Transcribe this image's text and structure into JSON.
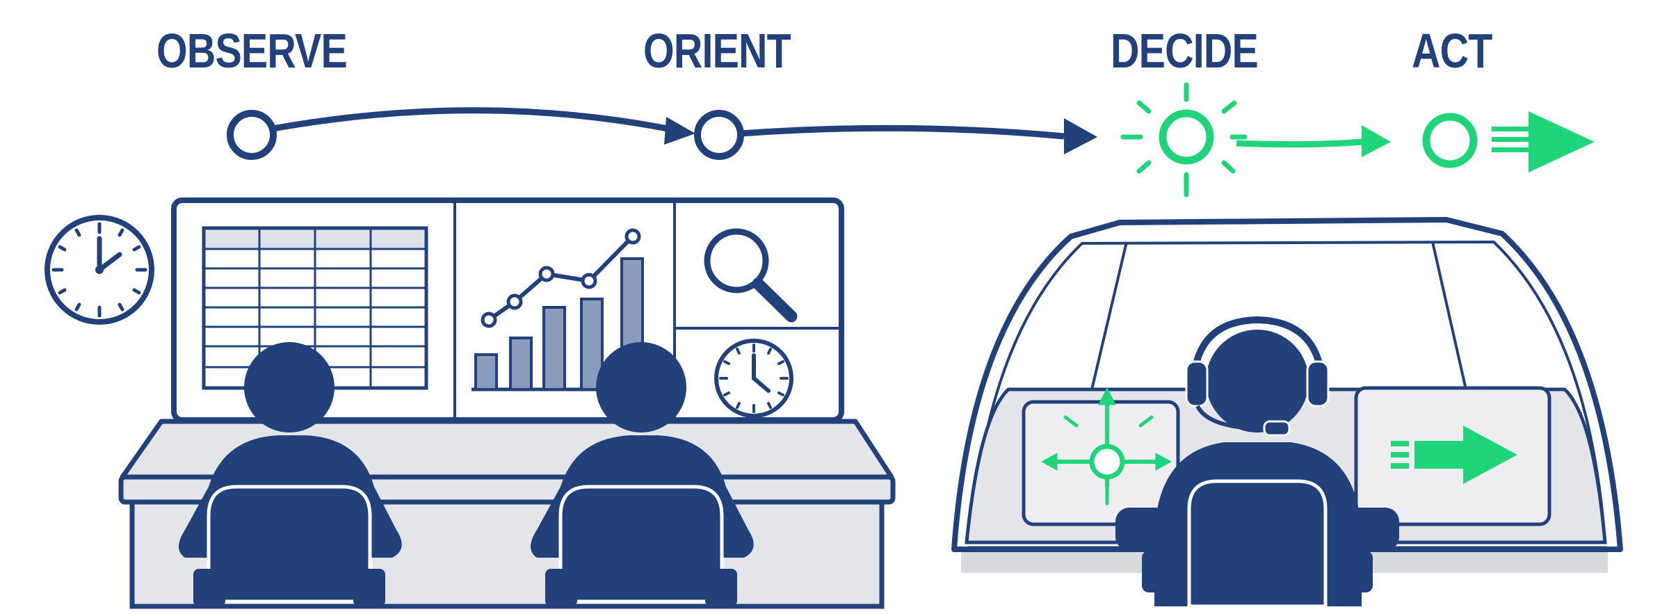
{
  "stages": [
    {
      "label": "OBSERVE",
      "color": "#22417a"
    },
    {
      "label": "ORIENT",
      "color": "#22417a"
    },
    {
      "label": "DECIDE",
      "color": "#22417a"
    },
    {
      "label": "ACT",
      "color": "#22417a"
    }
  ],
  "colors": {
    "navy": "#22417a",
    "green": "#1fd47a",
    "desk_gray": "#e4e5e8",
    "chart_bar": "#8a9bbd"
  },
  "icons": [
    "clock-icon",
    "spreadsheet-icon",
    "line-bar-chart-icon",
    "magnifier-icon",
    "person-silhouette-icon",
    "headset-icon",
    "crosshair-arrows-icon",
    "fast-forward-arrow-icon"
  ]
}
